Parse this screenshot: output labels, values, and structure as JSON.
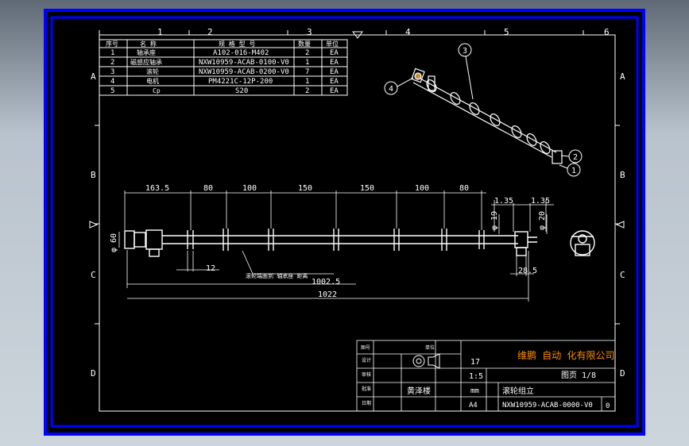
{
  "colors": {
    "background": "#000000",
    "frame": "#0000ff",
    "linework": "#ffffff",
    "text": "#ffffff",
    "company": "#ff8c00",
    "viewport": "#b9c3cd"
  },
  "border": {
    "top_zones": [
      "1",
      "2",
      "3",
      "4",
      "5",
      "6"
    ],
    "side_zones": [
      "A",
      "B",
      "C",
      "D"
    ]
  },
  "bom": {
    "rows": [
      {
        "no": "1",
        "name": "轴承座",
        "spec": "A102-016-M402",
        "qty": "2",
        "unit": "EA"
      },
      {
        "no": "2",
        "name": "磁感应轴承",
        "spec": "NXW10959-ACAB-0100-V0",
        "qty": "1",
        "unit": "EA"
      },
      {
        "no": "3",
        "name": "滚轮",
        "spec": "NXW10959-ACAB-0200-V0",
        "qty": "7",
        "unit": "EA"
      },
      {
        "no": "4",
        "name": "电机",
        "spec": "PM4221C-12P-200",
        "qty": "1",
        "unit": "EA"
      },
      {
        "no": "5",
        "name": "Cp",
        "spec": "S20",
        "qty": "2",
        "unit": "EA"
      }
    ]
  },
  "iso_balloons": [
    "1",
    "2",
    "3",
    "4"
  ],
  "dimensions": {
    "segments": [
      "163.5",
      "80",
      "100",
      "150",
      "150",
      "100",
      "80"
    ],
    "right_small_1": "1.35",
    "right_small_2": "1.35",
    "dia_left": "φ 60",
    "dia_19": "φ 19",
    "dia_20": "φ 20",
    "gap_12": "12",
    "right_28": "28.5",
    "overall_1": "1002.5",
    "overall_2": "1022",
    "leader_note": "滚轮端面到 轴承座 距离"
  },
  "title_block": {
    "company": "维鹏 自动 化有限公司",
    "page": "图页 1/8",
    "qty": "17",
    "scale": "1:5",
    "unit": "mm",
    "size": "A4",
    "drawer": "黄泽楼",
    "part_name": "滚轮组立",
    "drawing_no": "NXW10959-ACAB-0000-V0",
    "rev": "0"
  }
}
